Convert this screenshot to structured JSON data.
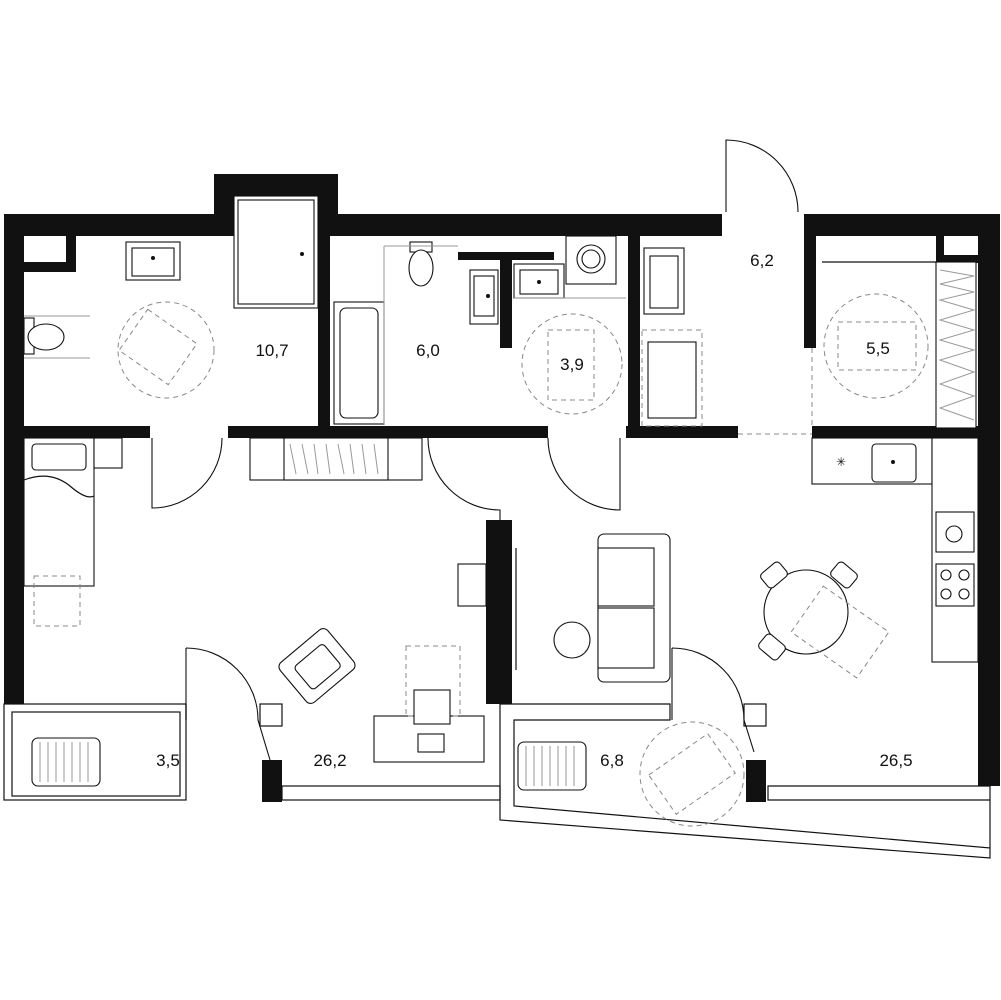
{
  "rooms": [
    {
      "id": "bathroom-1",
      "area": "10,7"
    },
    {
      "id": "bathroom-2",
      "area": "6,0"
    },
    {
      "id": "laundry",
      "area": "3,9"
    },
    {
      "id": "hallway",
      "area": "6,2"
    },
    {
      "id": "storage",
      "area": "5,5"
    },
    {
      "id": "balcony-left",
      "area": "3,5"
    },
    {
      "id": "bedroom",
      "area": "26,2"
    },
    {
      "id": "balcony-right",
      "area": "6,8"
    },
    {
      "id": "living-kitchen",
      "area": "26,5"
    }
  ]
}
